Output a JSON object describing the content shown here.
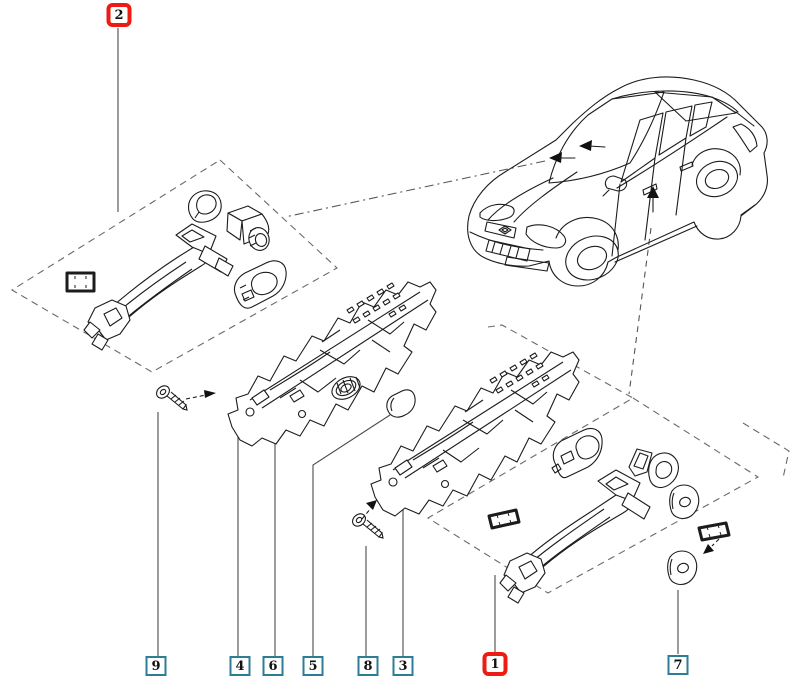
{
  "callouts": {
    "c1": {
      "text": "1",
      "type": "red"
    },
    "c2": {
      "text": "2",
      "type": "red"
    },
    "c3": {
      "text": "3",
      "type": "teal"
    },
    "c4": {
      "text": "4",
      "type": "teal"
    },
    "c5": {
      "text": "5",
      "type": "teal"
    },
    "c6": {
      "text": "6",
      "type": "teal"
    },
    "c7": {
      "text": "7",
      "type": "teal"
    },
    "c8": {
      "text": "8",
      "type": "teal"
    },
    "c9": {
      "text": "9",
      "type": "teal"
    }
  },
  "colors": {
    "callout_red": "#ee1b12",
    "callout_teal": "#2e7d96",
    "drawing_line": "#1c1c1c",
    "leader_line": "#4a4a4a",
    "dashed_region_line": "#6a6a6a",
    "background": "#ffffff"
  }
}
